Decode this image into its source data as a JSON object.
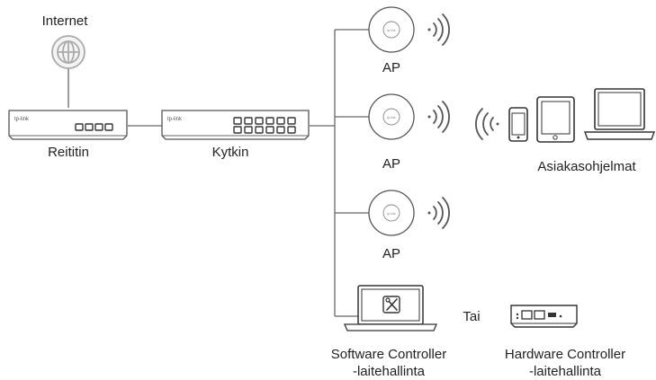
{
  "labels": {
    "internet": "Internet",
    "router": "Reititin",
    "switch": "Kytkin",
    "ap1": "AP",
    "ap2": "AP",
    "ap3": "AP",
    "clients": "Asiakasohjelmat",
    "or": "Tai",
    "software_controller_line1": "Software Controller",
    "software_controller_line2": "-laitehallinta",
    "hardware_controller_line1": "Hardware Controller",
    "hardware_controller_line2": "-laitehallinta"
  },
  "device_logo": "tp-link",
  "icons": [
    "globe-icon",
    "router-icon",
    "switch-icon",
    "access-point-icon",
    "wifi-signal-icon",
    "smartphone-icon",
    "tablet-icon",
    "laptop-icon",
    "wrench-screwdriver-icon",
    "hardware-controller-icon"
  ],
  "colors": {
    "line": "#666666",
    "device_fill": "#ffffff",
    "text": "#222222",
    "globe": "#aaaaaa"
  }
}
